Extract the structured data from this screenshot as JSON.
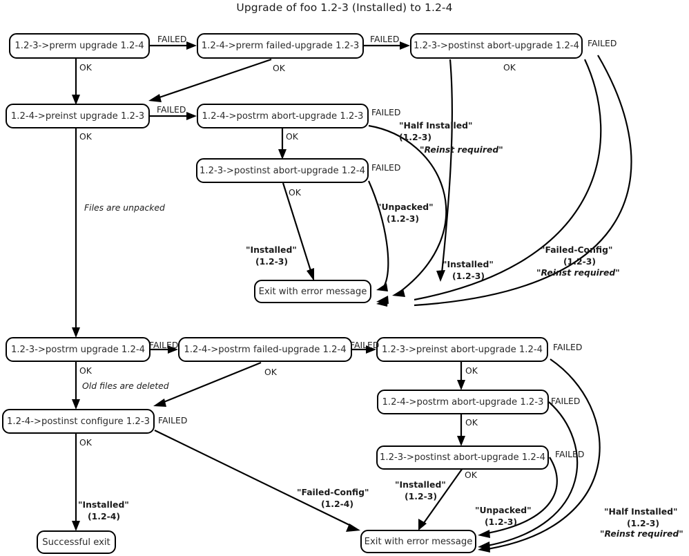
{
  "title": "Upgrade of foo 1.2-3 (Installed) to 1.2-4",
  "nodes": {
    "prerm_upgrade": "1.2-3->prerm upgrade 1.2-4",
    "prerm_failed_upgrade": "1.2-4->prerm failed-upgrade 1.2-3",
    "postinst_abort_upgrade_top": "1.2-3->postinst abort-upgrade 1.2-4",
    "preinst_upgrade": "1.2-4->preinst upgrade 1.2-3",
    "postrm_abort_upgrade_mid": "1.2-4->postrm abort-upgrade 1.2-3",
    "postinst_abort_upgrade_mid": "1.2-3->postinst abort-upgrade 1.2-4",
    "exit_error_top": "Exit with error message",
    "postrm_upgrade": "1.2-3->postrm upgrade 1.2-4",
    "postrm_failed_upgrade": "1.2-4->postrm failed-upgrade 1.2-4",
    "preinst_abort_upgrade": "1.2-3->preinst abort-upgrade 1.2-4",
    "postrm_abort_upgrade_bot": "1.2-4->postrm abort-upgrade 1.2-3",
    "postinst_abort_upgrade_bot": "1.2-3->postinst abort-upgrade 1.2-4",
    "postinst_configure": "1.2-4->postinst configure 1.2-3",
    "exit_error_bottom": "Exit with error message",
    "successful_exit": "Successful exit"
  },
  "labels": {
    "failed_1": "FAILED",
    "failed_2": "FAILED",
    "failed_3": "FAILED",
    "failed_4": "FAILED",
    "failed_5": "FAILED",
    "failed_6": "FAILED",
    "failed_7": "FAILED",
    "failed_8": "FAILED",
    "failed_9": "FAILED",
    "failed_10": "FAILED",
    "failed_11": "FAILED",
    "failed_12": "FAILED",
    "ok_1": "OK",
    "ok_2": "OK",
    "ok_3": "OK",
    "ok_4": "OK",
    "ok_5": "OK",
    "ok_6": "OK",
    "ok_7": "OK",
    "ok_8": "OK",
    "ok_9": "OK",
    "ok_10": "OK",
    "ok_11": "OK",
    "ok_12": "OK",
    "files_are_unpacked": "Files are unpacked",
    "old_files_are_deleted": "Old files are deleted",
    "half_installed_top_l1": "\"Half Installed\"",
    "half_installed_top_l2": "(1.2-3)",
    "half_installed_top_l3": "\"Reinst required\"",
    "unpacked_top_l1": "\"Unpacked\"",
    "unpacked_top_l2": "(1.2-3)",
    "installed_top_l1": "\"Installed\"",
    "installed_top_l2": "(1.2-3)",
    "installed_top2_l1": "\"Installed\"",
    "installed_top2_l2": "(1.2-3)",
    "failed_config_top_l1": "\"Failed-Config\"",
    "failed_config_top_l2": "(1.2-3)",
    "failed_config_top_l3": "\"Reinst required\"",
    "failed_config_bot_l1": "\"Failed-Config\"",
    "failed_config_bot_l2": "(1.2-4)",
    "installed_bot_l1": "\"Installed\"",
    "installed_bot_l2": "(1.2-3)",
    "unpacked_bot_l1": "\"Unpacked\"",
    "unpacked_bot_l2": "(1.2-3)",
    "half_installed_bot_l1": "\"Half Installed\"",
    "half_installed_bot_l2": "(1.2-3)",
    "half_installed_bot_l3": "\"Reinst required\"",
    "installed_success_l1": "\"Installed\"",
    "installed_success_l2": "(1.2-4)"
  },
  "colors": {
    "stroke": "#000000",
    "background": "#ffffff",
    "text": "#2b2b2b"
  }
}
